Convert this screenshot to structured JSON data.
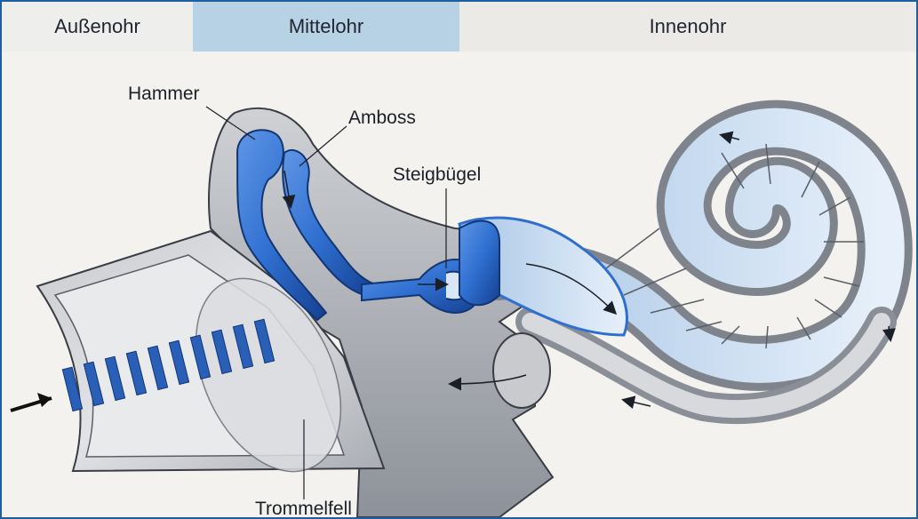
{
  "header": {
    "outer_ear": "Außenohr",
    "middle_ear": "Mittelohr",
    "inner_ear": "Innenohr"
  },
  "labels": {
    "hammer": "Hammer",
    "amboss": "Amboss",
    "steigbuegel": "Steigbügel",
    "trommelfell": "Trommelfell"
  },
  "colors": {
    "frame_border": "#1f5f9f",
    "middle_ear_highlight": "#b7d1e5",
    "ossicle_blue": "#2f6fd0",
    "sound_wave_blue": "#2a5fb8"
  },
  "icons": [
    "sound-wave-arrow",
    "motion-arrow"
  ]
}
